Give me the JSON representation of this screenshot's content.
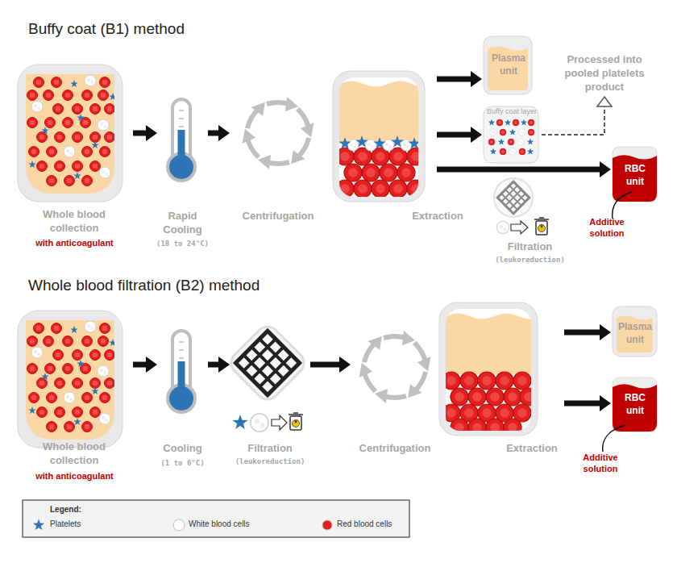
{
  "diagram": {
    "nodes": [
      {
        "text": [
          "Whole blood collection",
          "with anticoagulant"
        ]
      },
      {
        "text": [
          "Rapid Cooling",
          "(18 to 24°C)"
        ]
      },
      {
        "text": [
          "Centrifugation"
        ]
      },
      {
        "text": [
          "Extraction"
        ]
      },
      {
        "text": [
          "Plasma unit"
        ]
      },
      {
        "text": [
          "Buffy coat layer"
        ]
      },
      {
        "text": [
          "Processed into pooled platelets product"
        ]
      },
      {
        "text": [
          "RBC unit",
          "Additive solution"
        ]
      },
      {
        "text": [
          "Filtration",
          "(leukoreduction)"
        ]
      },
      {
        "text": [
          "Whole blood collection",
          "with anticoagulant"
        ]
      },
      {
        "text": [
          "Cooling",
          "(1 to 6°C)"
        ]
      },
      {
        "text": [
          "Filtration",
          "(leukoreduction)"
        ]
      },
      {
        "text": [
          "Centrifugation"
        ]
      },
      {
        "text": [
          "Extraction"
        ]
      },
      {
        "text": [
          "Plasma unit"
        ]
      },
      {
        "text": [
          "RBC unit",
          "Additive solution"
        ]
      }
    ],
    "edges": [
      {
        "from": 0,
        "to": 1,
        "arrow": "to"
      },
      {
        "from": 1,
        "to": 2,
        "arrow": "to"
      },
      {
        "from": 3,
        "to": 4,
        "arrow": "to"
      },
      {
        "from": 3,
        "to": 5,
        "arrow": "to"
      },
      {
        "from": 3,
        "to": 7,
        "arrow": "to"
      },
      {
        "from": 5,
        "to": 6,
        "arrow": "to"
      },
      {
        "from": 9,
        "to": 10,
        "arrow": "to"
      },
      {
        "from": 10,
        "to": 11,
        "arrow": "to"
      },
      {
        "from": 11,
        "to": 12,
        "arrow": "to"
      },
      {
        "from": 13,
        "to": 14,
        "arrow": "to"
      },
      {
        "from": 13,
        "to": 15,
        "arrow": "to"
      }
    ],
    "labels": [
      "Buffy coat (B1) method",
      "Whole blood filtration (B2) method",
      "Legend:"
    ],
    "legend": [
      {
        "text": "Platelets",
        "color": "#2e75b6"
      },
      {
        "text": "White blood cells",
        "color": "#ffffff"
      },
      {
        "text": "Red blood cells",
        "color": "#e41f1f"
      }
    ]
  }
}
